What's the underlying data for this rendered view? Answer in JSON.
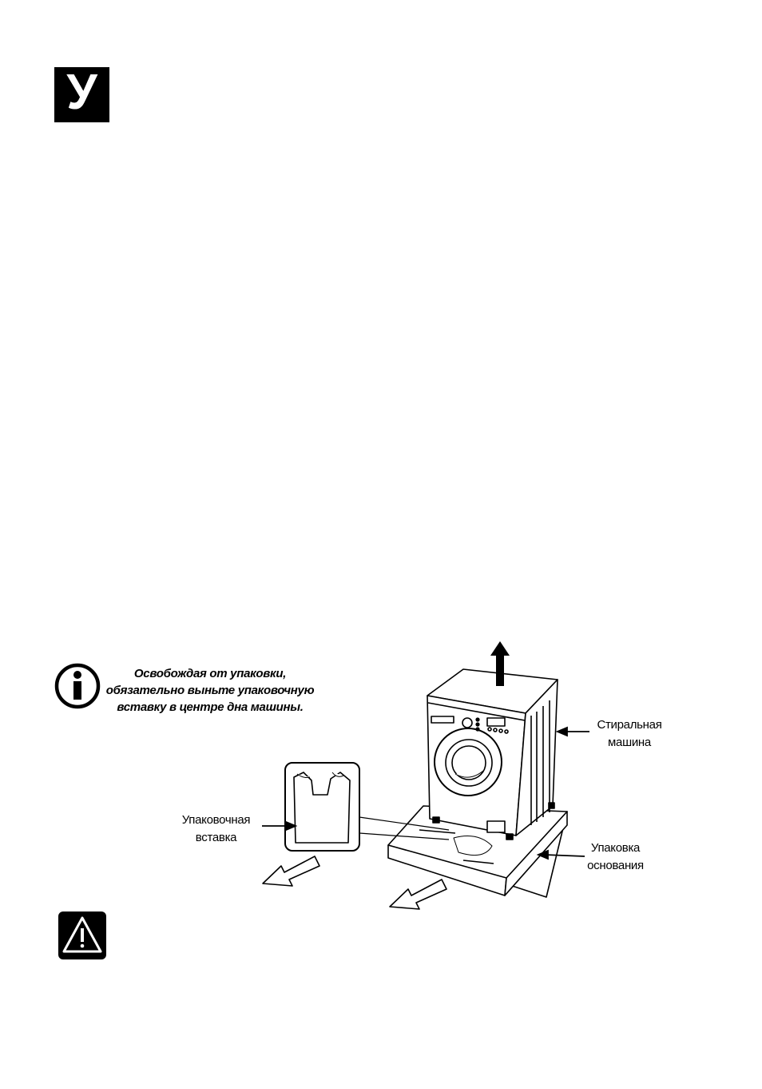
{
  "section": {
    "letter": "У"
  },
  "info_note": {
    "icon": "info-icon",
    "lines": [
      "Освобождая от упаковки,",
      "обязательно выньте упаковочную",
      "вставку в центре дна машины."
    ]
  },
  "illustration": {
    "labels": {
      "machine": [
        "Стиральная",
        "машина"
      ],
      "insert": [
        "Упаковочная",
        "вставка"
      ],
      "base": [
        "Упаковка",
        "основания"
      ]
    }
  },
  "warning": {
    "icon": "warning-triangle-icon"
  }
}
